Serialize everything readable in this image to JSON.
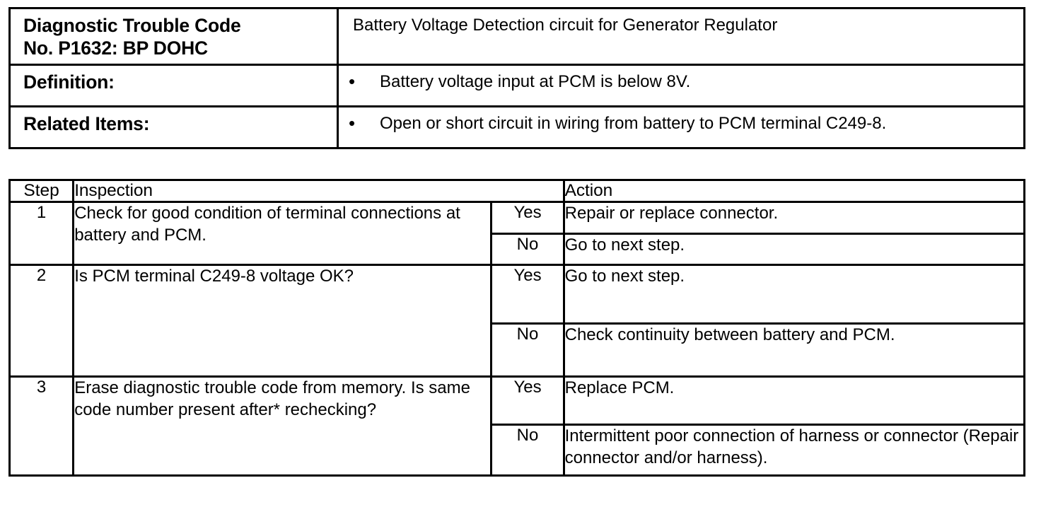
{
  "summary": {
    "rows": [
      {
        "label_line1": "Diagnostic Trouble Code",
        "label_line2": "No. P1632:  BP DOHC",
        "value": "Battery Voltage Detection circuit for Generator Regulator",
        "bulleted": false
      },
      {
        "label_line1": "Definition:",
        "label_line2": "",
        "bullet": "•",
        "value": "Battery voltage input at PCM is below 8V.",
        "bulleted": true
      },
      {
        "label_line1": "Related Items:",
        "label_line2": "",
        "bullet": "•",
        "value": "Open or short circuit in wiring from battery to PCM terminal C249-8.",
        "bulleted": true
      }
    ]
  },
  "steps_table": {
    "headers": {
      "step": "Step",
      "inspection": "Inspection",
      "action": "Action"
    },
    "rows": [
      {
        "number": "1",
        "inspection": "Check for good condition of terminal connections at battery and PCM.",
        "branches": [
          {
            "answer": "Yes",
            "action": "Repair or replace connector."
          },
          {
            "answer": "No",
            "action": "Go to next step."
          }
        ]
      },
      {
        "number": "2",
        "inspection": "Is PCM terminal C249-8 voltage OK?",
        "branches": [
          {
            "answer": "Yes",
            "action": "Go to next step."
          },
          {
            "answer": "No",
            "action": "Check continuity between battery and PCM."
          }
        ]
      },
      {
        "number": "3",
        "inspection": "Erase diagnostic trouble code from memory. Is same code number present after* rechecking?",
        "branches": [
          {
            "answer": "Yes",
            "action": "Replace PCM."
          },
          {
            "answer": "No",
            "action": "Intermittent poor connection of harness or connector (Repair connector and/or harness)."
          }
        ]
      }
    ]
  },
  "colors": {
    "ink": "#000000",
    "paper": "#ffffff"
  }
}
